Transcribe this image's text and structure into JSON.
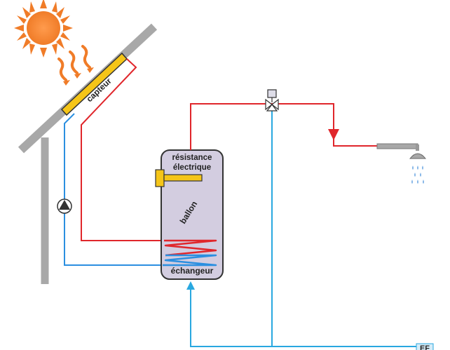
{
  "labels": {
    "collector": "capteur",
    "heater_line1": "résistance",
    "heater_line2": "électrique",
    "tank": "ballon",
    "exchanger": "échangeur",
    "cold_water": "EF"
  },
  "colors": {
    "hot": "#e0262b",
    "cold": "#2b8fe0",
    "cold_supply": "#29a8e0",
    "sun": "#f07c28",
    "collector": "#f5c518",
    "tank_fill": "#d3cde0",
    "roof": "#a8a8a8"
  }
}
